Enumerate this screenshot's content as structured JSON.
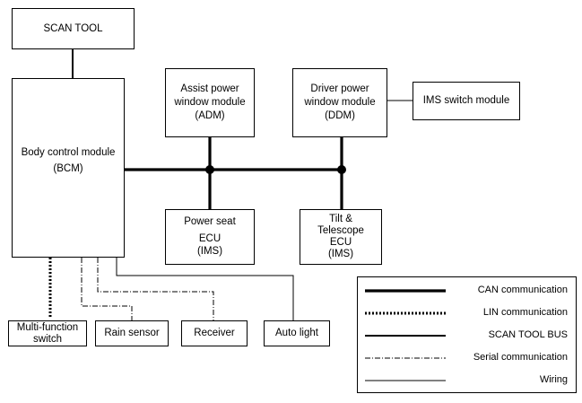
{
  "modules": {
    "scan_tool": "SCAN TOOL",
    "bcm": {
      "line1": "Body control module",
      "line2": "(BCM)"
    },
    "adm": {
      "line1": "Assist power",
      "line2": "window module",
      "line3": "(ADM)"
    },
    "ddm": {
      "line1": "Driver power",
      "line2": "window module",
      "line3": "(DDM)"
    },
    "ims_switch": "IMS switch module",
    "power_seat": {
      "line1": "Power seat",
      "line2": "ECU",
      "line3": "(IMS)"
    },
    "tilt": {
      "line1": "Tilt &",
      "line2": "Telescope",
      "line3": "ECU",
      "line4": "(IMS)"
    },
    "multifunction": {
      "line1": "Multi-function",
      "line2": "switch"
    },
    "rain_sensor": "Rain sensor",
    "receiver": "Receiver",
    "auto_light": "Auto light"
  },
  "legend": [
    {
      "label": "CAN communication",
      "style": "can"
    },
    {
      "label": "LIN communication",
      "style": "lin"
    },
    {
      "label": "SCAN TOOL BUS",
      "style": "scan"
    },
    {
      "label": "Serial communication",
      "style": "serial"
    },
    {
      "label": "Wiring",
      "style": "wiring"
    }
  ],
  "colors": {
    "line": "#000000",
    "background": "#ffffff"
  }
}
